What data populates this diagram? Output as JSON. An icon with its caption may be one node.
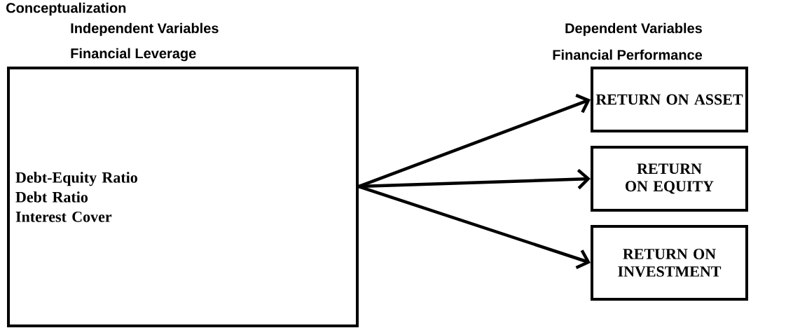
{
  "diagram": {
    "title": "Conceptualization",
    "nodes": [
      {
        "text": [
          "Debt-Equity Ratio",
          "Debt Ratio",
          "Interest Cover"
        ]
      },
      {
        "text": [
          "RETURN ON ASSET"
        ]
      },
      {
        "text": [
          "RETURN ON EQUITY"
        ]
      },
      {
        "text": [
          "RETURN ON INVESTMENT"
        ]
      }
    ],
    "edges": [
      {
        "from": 0,
        "to": 1,
        "arrow": "to"
      },
      {
        "from": 0,
        "to": 2,
        "arrow": "to"
      },
      {
        "from": 0,
        "to": 3,
        "arrow": "to"
      }
    ],
    "labels": [
      "Independent Variables",
      "Financial Leverage",
      "Dependent Variables",
      "Financial Performance"
    ]
  }
}
